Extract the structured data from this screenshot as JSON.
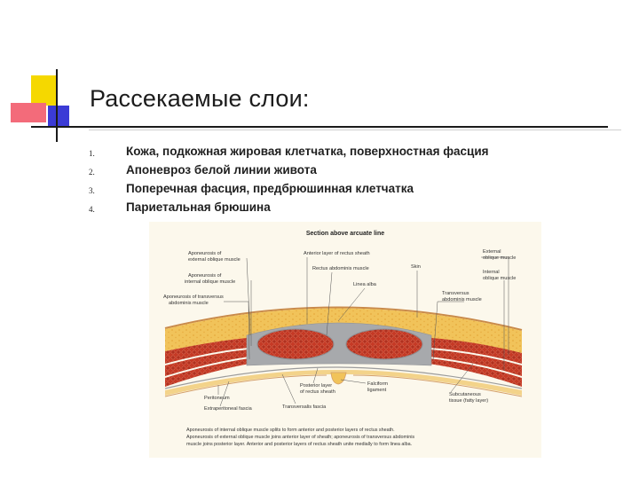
{
  "slide": {
    "title": "Рассекаемые слои:",
    "items": [
      {
        "num": "1.",
        "text": "Кожа, подкожная жировая клетчатка, поверхностная фасция"
      },
      {
        "num": "2.",
        "text": "Апоневроз белой линии живота"
      },
      {
        "num": "3.",
        "text": "Поперечная фасция, предбрюшинная клетчатка"
      },
      {
        "num": "4.",
        "text": "Париетальная брюшина"
      }
    ]
  },
  "colors": {
    "accent_yellow": "#f5d800",
    "accent_red": "#f36b7a",
    "accent_blue": "#3b3bd6",
    "fat": "#f1c35a",
    "muscle": "#c53a26",
    "fascia": "#a7a9ac"
  },
  "figure": {
    "title": "Section above arcuate line",
    "labels": {
      "aponeurosis_external": [
        "Aponeurosis of",
        "external oblique muscle"
      ],
      "aponeurosis_internal": [
        "Aponeurosis of",
        "internal oblique muscle"
      ],
      "aponeurosis_transversus": [
        "Aponeurosis of transversus",
        "abdominis muscle"
      ],
      "anterior_layer": "Anterior layer of rectus sheath",
      "rectus_muscle": "Rectus abdominis muscle",
      "linea_alba": "Linea alba",
      "skin": "Skin",
      "external_oblique": [
        "External",
        "oblique muscle"
      ],
      "internal_oblique": [
        "Internal",
        "oblique muscle"
      ],
      "transversus": [
        "Transversus",
        "abdominis muscle"
      ],
      "peritoneum": "Peritoneum",
      "extraperitoneal": "Extraperitoneal fascia",
      "transversalis": "Transversalis fascia",
      "posterior_layer": [
        "Posterior layer",
        "of rectus sheath"
      ],
      "falciform": [
        "Falciform",
        "ligament"
      ],
      "subcutaneous": [
        "Subcutaneous",
        "tissue (fatty layer)"
      ]
    },
    "caption": [
      "Aponeurosis of internal oblique muscle splits to form anterior and posterior layers of rectus sheath.",
      "Aponeurosis of external oblique muscle joins anterior layer of sheath; aponeurosis of transversus abdominis",
      "muscle joins posterior layer. Anterior and posterior layers of rectus sheath unite medially to form linea alba."
    ]
  }
}
